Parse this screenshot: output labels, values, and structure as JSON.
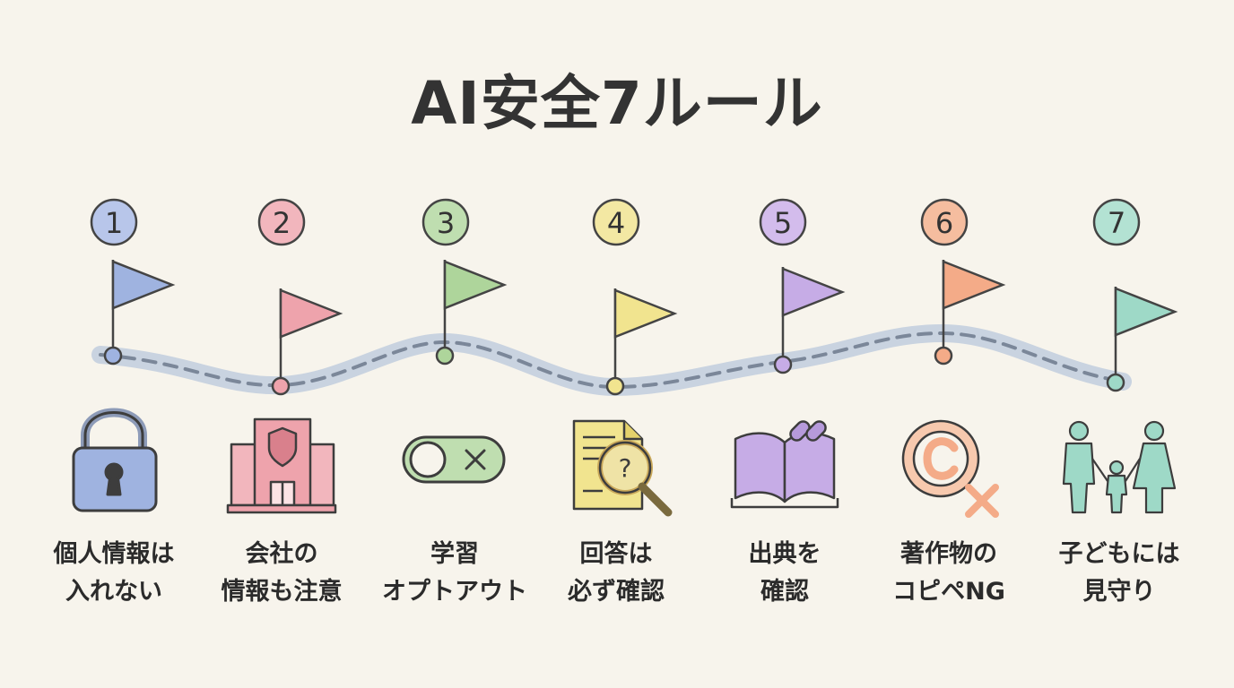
{
  "title": "AI安全7ルール",
  "rules": [
    {
      "number": "1",
      "color": "#9fb3e0",
      "icon": "padlock-icon",
      "label": [
        "個人情報は",
        "入れない"
      ]
    },
    {
      "number": "2",
      "color": "#eea3ac",
      "icon": "company-building-icon",
      "label": [
        "会社の",
        "情報も注意"
      ]
    },
    {
      "number": "3",
      "color": "#aed59b",
      "icon": "toggle-off-icon",
      "label": [
        "学習",
        "オプトアウト"
      ]
    },
    {
      "number": "4",
      "color": "#f1e48f",
      "icon": "document-magnifier-icon",
      "label": [
        "回答は",
        "必ず確認"
      ]
    },
    {
      "number": "5",
      "color": "#c6ace6",
      "icon": "book-link-icon",
      "label": [
        "出典を",
        "確認"
      ]
    },
    {
      "number": "6",
      "color": "#f4ab88",
      "icon": "copyright-no-icon",
      "label": [
        "著作物の",
        "コピペNG"
      ]
    },
    {
      "number": "7",
      "color": "#9ed9c7",
      "icon": "family-icon",
      "label": [
        "子どもには",
        "見守り"
      ]
    }
  ]
}
